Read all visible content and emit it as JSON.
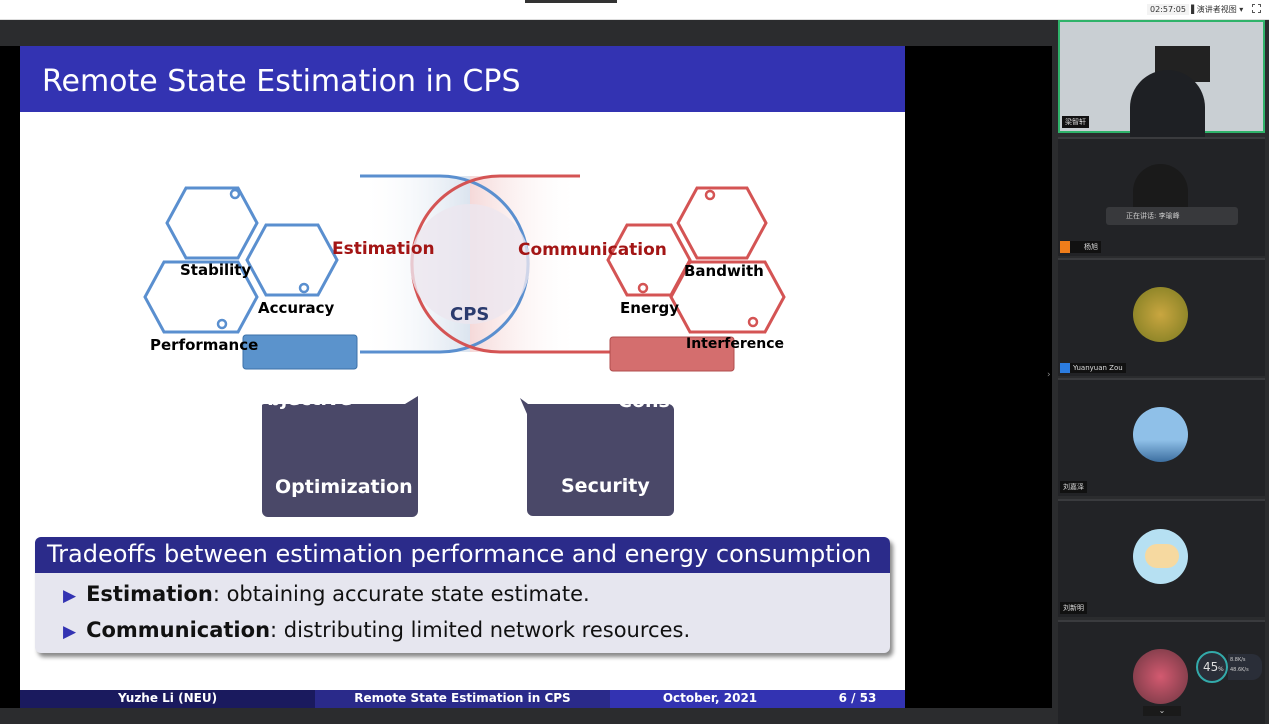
{
  "topbar": {
    "clock": "02:57:05",
    "view_label": "▐ 演讲者视图 ▾"
  },
  "slide": {
    "title": "Remote State Estimation in CPS",
    "objective_tags": [
      "Stability",
      "Accuracy",
      "Performance"
    ],
    "constraint_tags": [
      "Bandwith",
      "Energy",
      "Interference"
    ],
    "estimation": "Estimation",
    "communication": "Communication",
    "cps": "CPS",
    "objective": "Objective",
    "constraint": "Constraint",
    "optimization": "Optimization",
    "security": "Security",
    "block_title": "Tradeoffs between estimation performance and energy consumption",
    "bullets": [
      {
        "term": "Estimation",
        "text": ": obtaining accurate state estimate."
      },
      {
        "term": "Communication",
        "text": ": distributing limited network resources."
      }
    ],
    "footer": {
      "author": "Yuzhe Li (NEU)",
      "title": "Remote State Estimation in CPS",
      "date": "October, 2021",
      "page": "6 / 53"
    }
  },
  "sidebar": {
    "participants": [
      {
        "name": "梁智轩"
      },
      {
        "name": "杨旭",
        "caption": "正在讲话: 李瑜峰"
      },
      {
        "name": "Yuanyuan Zou"
      },
      {
        "name": "刘嘉泽"
      },
      {
        "name": "刘新明"
      },
      {
        "name": ""
      }
    ],
    "net": {
      "percent": "45",
      "unit": "%",
      "up": "8.8K/s",
      "down": "48.6K/s"
    }
  }
}
